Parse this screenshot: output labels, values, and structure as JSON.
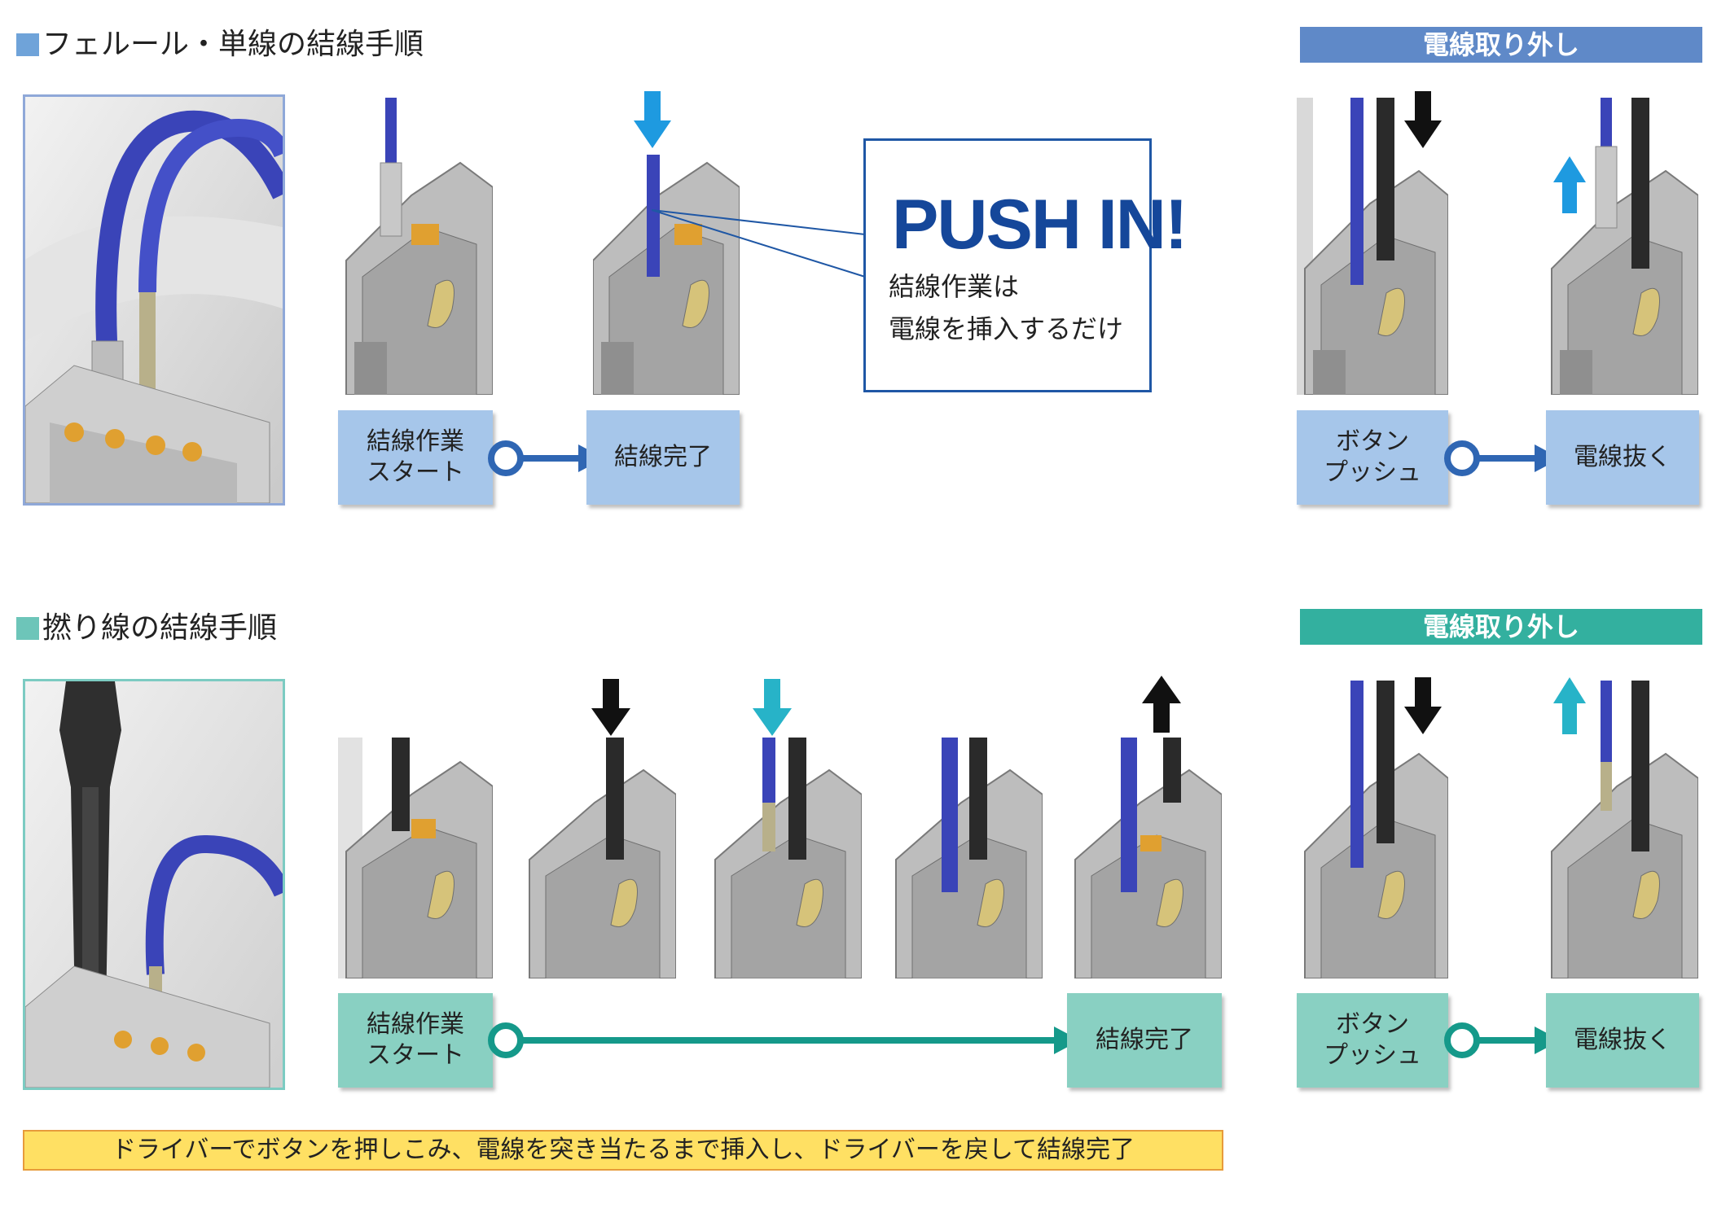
{
  "section1": {
    "title": "フェルール・単線の結線手順",
    "color": "#6fa3d9",
    "removal_title": "電線取り外し",
    "removal_color": "#5f89c8",
    "steps": {
      "start": "結線作業\nスタート",
      "done": "結線完了"
    },
    "push_in": {
      "title": "PUSH IN!",
      "line1": "結線作業は",
      "line2": "電線を挿入するだけ"
    },
    "removal_steps": {
      "push": "ボタン\nプッシュ",
      "pull": "電線抜く"
    }
  },
  "section2": {
    "title": "撚り線の結線手順",
    "color": "#6dc5b9",
    "removal_title": "電線取り外し",
    "removal_color": "#33b09f",
    "steps": {
      "start": "結線作業\nスタート",
      "done": "結線完了"
    },
    "removal_steps": {
      "push": "ボタン\nプッシュ",
      "pull": "電線抜く"
    }
  },
  "note": "ドライバーでボタンを押しこみ、電線を突き当たるまで挿入し、ドライバーを戻して結線完了",
  "colors": {
    "arrow_blue": "#2f66b3",
    "arrow_teal": "#15998a",
    "cyan_arrow": "#1e9ae0",
    "teal_arrow": "#27b3c8",
    "wire_blue": "#3a44b8"
  }
}
